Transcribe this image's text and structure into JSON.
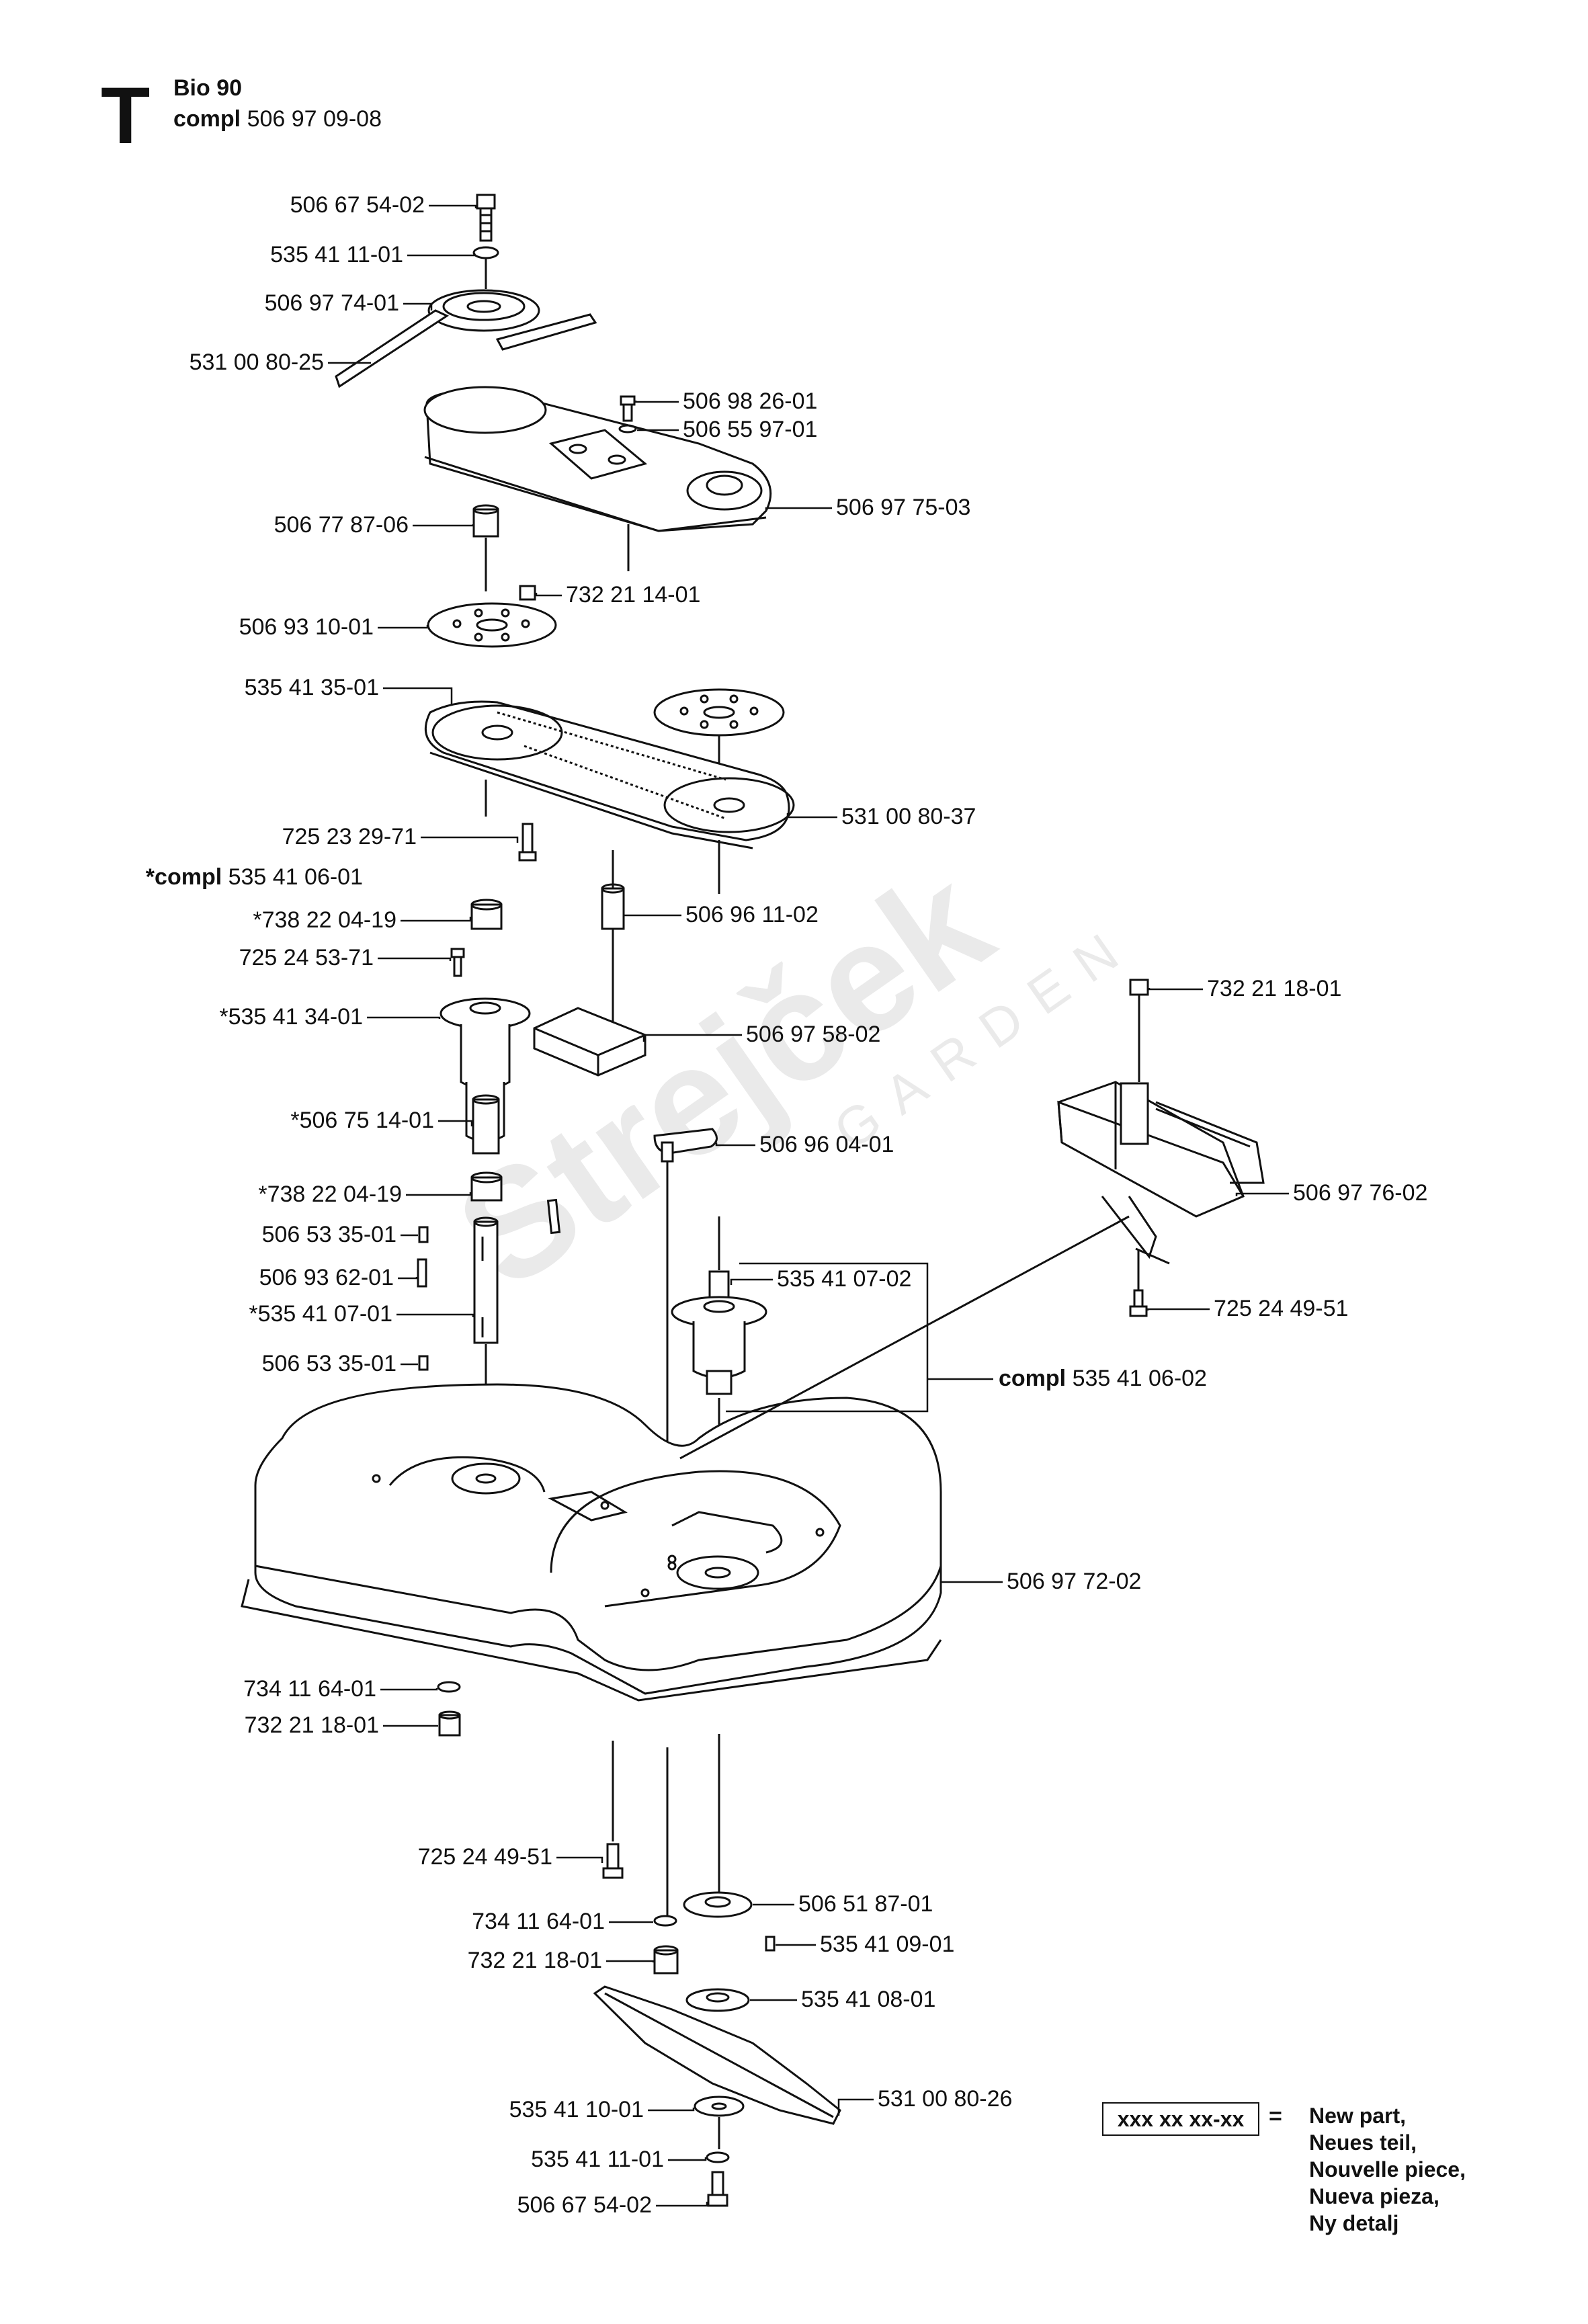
{
  "header": {
    "section_letter": "T",
    "model": "Bio 90",
    "compl_word": "compl",
    "compl_number": "506 97 09-08"
  },
  "watermark": "Strejček GARDEN",
  "parts": [
    {
      "label": "506 67 54-02"
    },
    {
      "label": "535 41 11-01"
    },
    {
      "label": "506 97 74-01"
    },
    {
      "label": "531 00 80-25"
    },
    {
      "label": "506 98 26-01"
    },
    {
      "label": "506 55 97-01"
    },
    {
      "label": "506 97 75-03"
    },
    {
      "label": "506 77 87-06"
    },
    {
      "label": "732 21 14-01"
    },
    {
      "label": "506 93 10-01"
    },
    {
      "label": "535 41 35-01"
    },
    {
      "label": "531 00 80-37"
    },
    {
      "label": "725 23 29-71"
    },
    {
      "label": "*compl",
      "suffix": "535 41 06-01"
    },
    {
      "label": "*738 22 04-19"
    },
    {
      "label": "506 96 11-02"
    },
    {
      "label": "725 24 53-71"
    },
    {
      "label": "*535 41 34-01"
    },
    {
      "label": "506 97 58-02"
    },
    {
      "label": "*506 75 14-01"
    },
    {
      "label": "506 96 04-01"
    },
    {
      "label": "*738 22 04-19"
    },
    {
      "label": "506 53 35-01"
    },
    {
      "label": "506 93 62-01"
    },
    {
      "label": "*535 41 07-01"
    },
    {
      "label": "506 53 35-01"
    },
    {
      "label": "535 41 07-02"
    },
    {
      "label": "compl",
      "suffix": "535 41 06-02"
    },
    {
      "label": "732 21 18-01"
    },
    {
      "label": "506 97 76-02"
    },
    {
      "label": "725 24 49-51"
    },
    {
      "label": "506 97 72-02"
    },
    {
      "label": "734 11 64-01"
    },
    {
      "label": "732 21 18-01"
    },
    {
      "label": "725 24 49-51"
    },
    {
      "label": "506 51 87-01"
    },
    {
      "label": "734 11 64-01"
    },
    {
      "label": "535 41 09-01"
    },
    {
      "label": "732 21 18-01"
    },
    {
      "label": "535 41 08-01"
    },
    {
      "label": "535 41 10-01"
    },
    {
      "label": "531 00 80-26"
    },
    {
      "label": "535 41 11-01"
    },
    {
      "label": "506 67 54-02"
    }
  ],
  "legend": {
    "code": "xxx xx xx-xx",
    "equals": "=",
    "lines": [
      "New part,",
      "Neues teil,",
      "Nouvelle piece,",
      "Nueva pieza,",
      "Ny detalj"
    ]
  }
}
